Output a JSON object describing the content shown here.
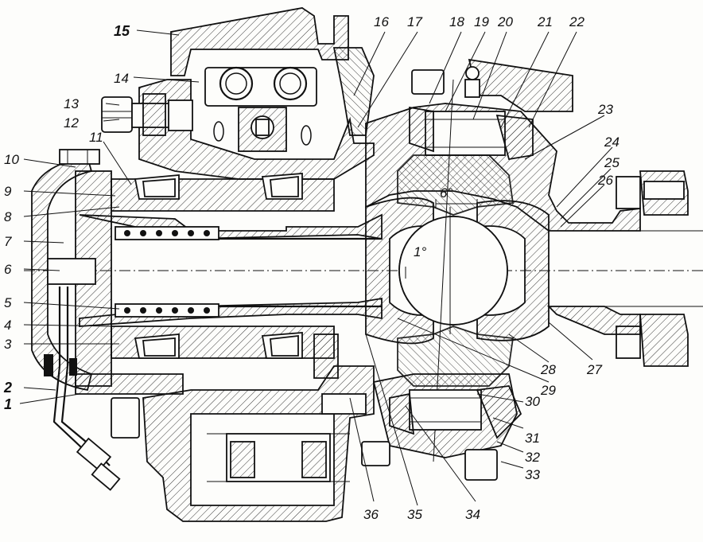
{
  "diagram": {
    "labels": {
      "n1": "1",
      "n2": "2",
      "n3": "3",
      "n4": "4",
      "n5": "5",
      "n6": "6",
      "n7": "7",
      "n8": "8",
      "n9": "9",
      "n10": "10",
      "n11": "11",
      "n12": "12",
      "n13": "13",
      "n14": "14",
      "n15": "15",
      "n16": "16",
      "n17": "17",
      "n18": "18",
      "n19": "19",
      "n20": "20",
      "n21": "21",
      "n22": "22",
      "n23": "23",
      "n24": "24",
      "n25": "25",
      "n26": "26",
      "n27": "27",
      "n28": "28",
      "n29": "29",
      "n30": "30",
      "n31": "31",
      "n32": "32",
      "n33": "33",
      "n34": "34",
      "n35": "35",
      "n36": "36"
    },
    "angles": {
      "a6": "6°",
      "a1": "1°"
    }
  }
}
